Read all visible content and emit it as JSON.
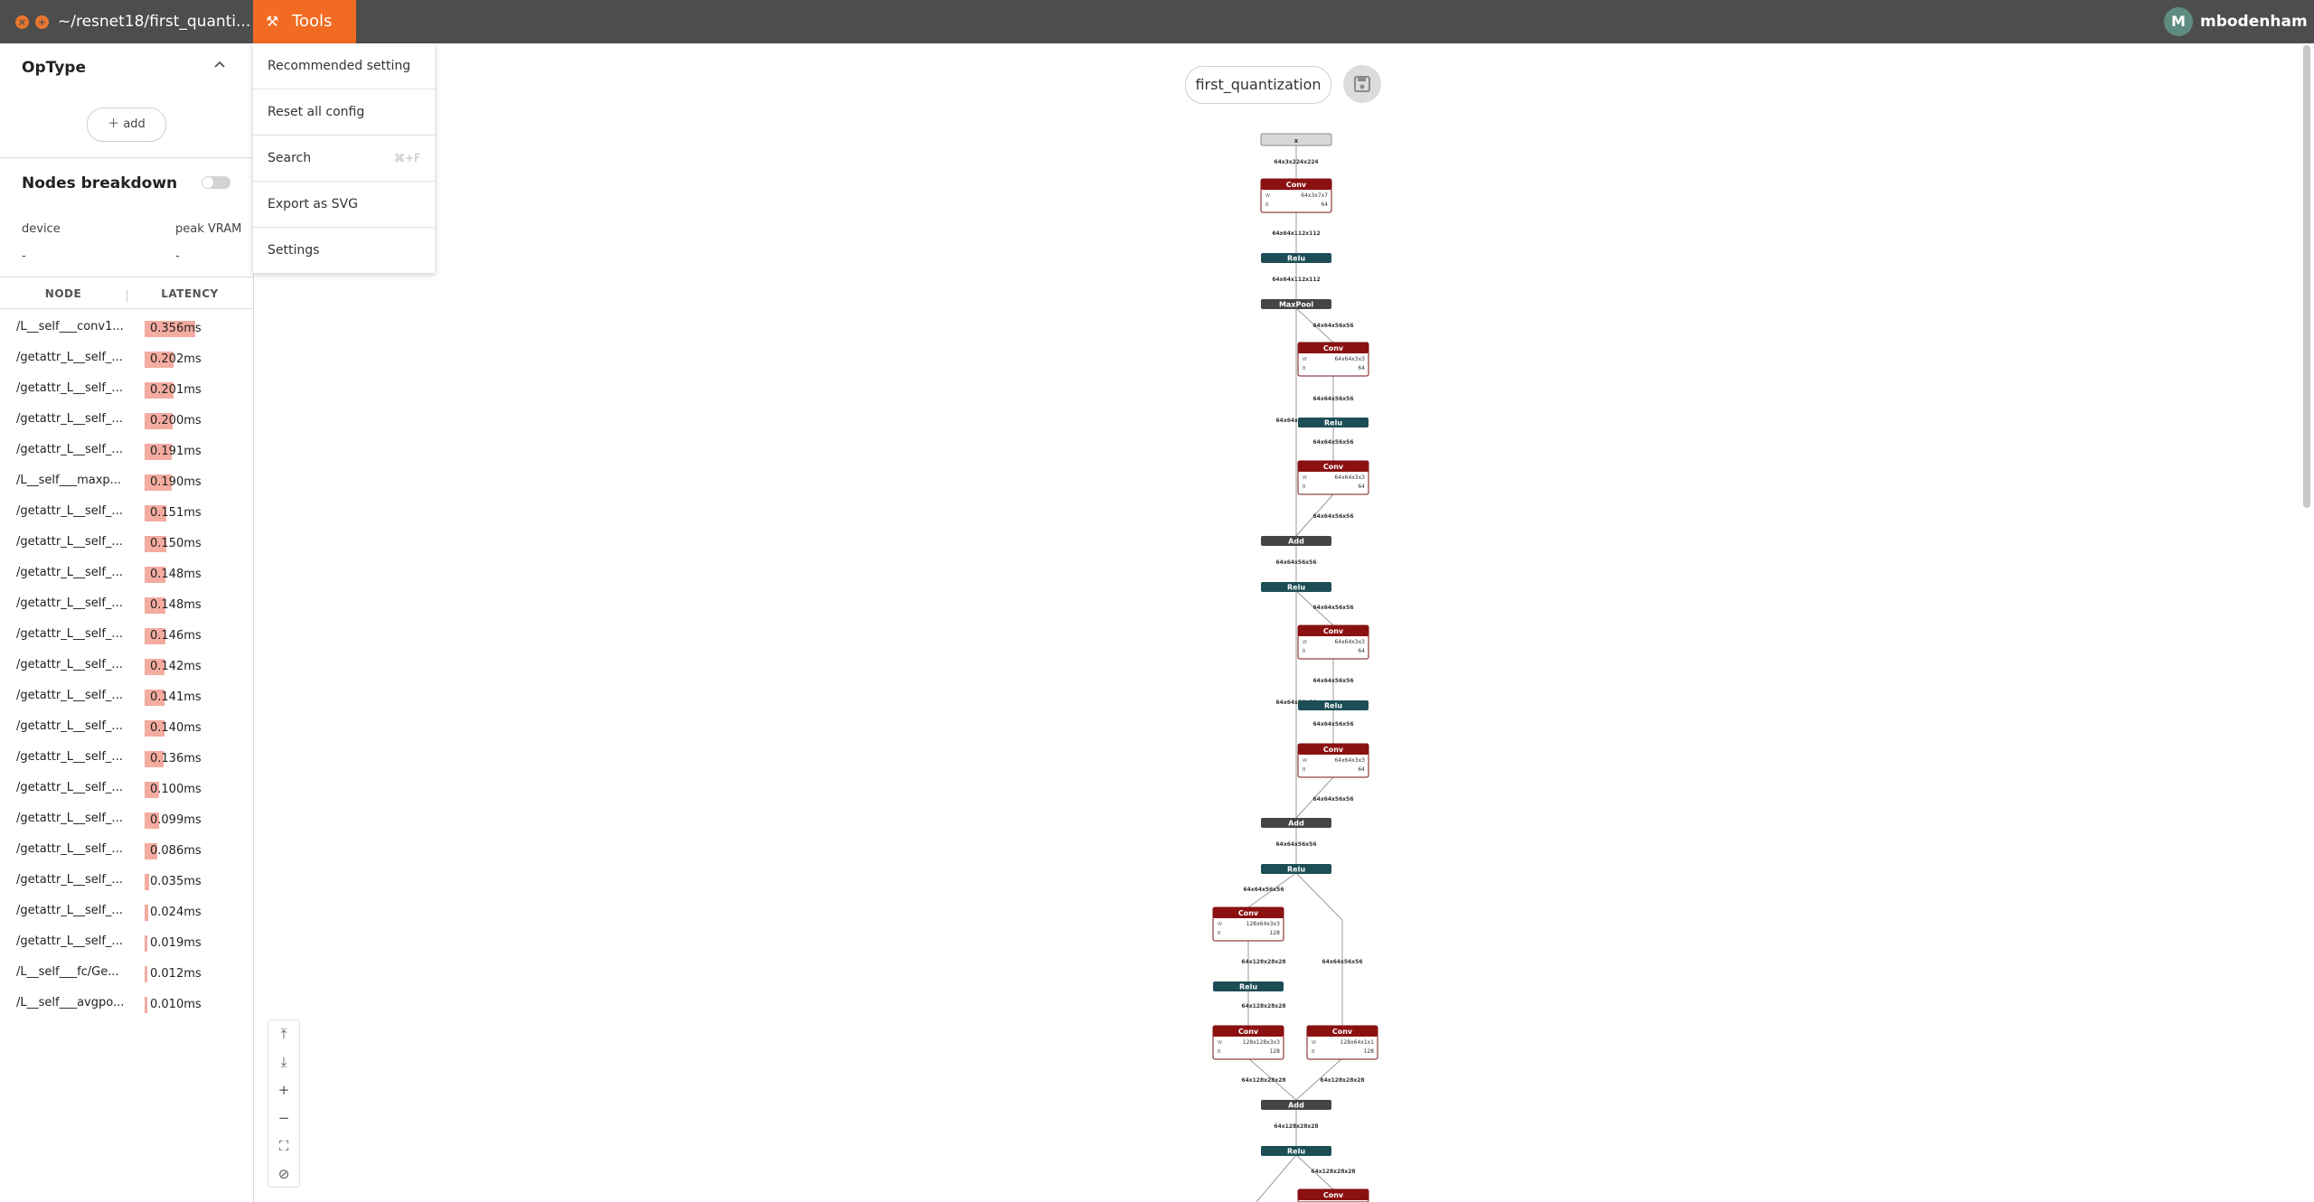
{
  "window": {
    "path_title": "~/resnet18/first_quanti...",
    "tools_label": "Tools",
    "user_initial": "M",
    "user_name": "mbodenham"
  },
  "sidebar": {
    "optype_title": "OpType",
    "add_label": "add",
    "nodes_breakdown_title": "Nodes breakdown",
    "device_label": "device",
    "device_value": "-",
    "vram_label": "peak VRAM",
    "vram_value": "-",
    "col_node": "NODE",
    "col_latency": "LATENCY",
    "rows": [
      {
        "node": "/L__self___conv1...",
        "latency": "0.356ms",
        "fraction": 1.0
      },
      {
        "node": "/getattr_L__self_...",
        "latency": "0.202ms",
        "fraction": 0.567
      },
      {
        "node": "/getattr_L__self_...",
        "latency": "0.201ms",
        "fraction": 0.565
      },
      {
        "node": "/getattr_L__self_...",
        "latency": "0.200ms",
        "fraction": 0.562
      },
      {
        "node": "/getattr_L__self_...",
        "latency": "0.191ms",
        "fraction": 0.537
      },
      {
        "node": "/L__self___maxp...",
        "latency": "0.190ms",
        "fraction": 0.534
      },
      {
        "node": "/getattr_L__self_...",
        "latency": "0.151ms",
        "fraction": 0.424
      },
      {
        "node": "/getattr_L__self_...",
        "latency": "0.150ms",
        "fraction": 0.421
      },
      {
        "node": "/getattr_L__self_...",
        "latency": "0.148ms",
        "fraction": 0.416
      },
      {
        "node": "/getattr_L__self_...",
        "latency": "0.148ms",
        "fraction": 0.416
      },
      {
        "node": "/getattr_L__self_...",
        "latency": "0.146ms",
        "fraction": 0.41
      },
      {
        "node": "/getattr_L__self_...",
        "latency": "0.142ms",
        "fraction": 0.399
      },
      {
        "node": "/getattr_L__self_...",
        "latency": "0.141ms",
        "fraction": 0.396
      },
      {
        "node": "/getattr_L__self_...",
        "latency": "0.140ms",
        "fraction": 0.393
      },
      {
        "node": "/getattr_L__self_...",
        "latency": "0.136ms",
        "fraction": 0.382
      },
      {
        "node": "/getattr_L__self_...",
        "latency": "0.100ms",
        "fraction": 0.281
      },
      {
        "node": "/getattr_L__self_...",
        "latency": "0.099ms",
        "fraction": 0.278
      },
      {
        "node": "/getattr_L__self_...",
        "latency": "0.086ms",
        "fraction": 0.242
      },
      {
        "node": "/getattr_L__self_...",
        "latency": "0.035ms",
        "fraction": 0.098
      },
      {
        "node": "/getattr_L__self_...",
        "latency": "0.024ms",
        "fraction": 0.067
      },
      {
        "node": "/getattr_L__self_...",
        "latency": "0.019ms",
        "fraction": 0.053
      },
      {
        "node": "/L__self___fc/Ge...",
        "latency": "0.012ms",
        "fraction": 0.034
      },
      {
        "node": "/L__self___avgpo...",
        "latency": "0.010ms",
        "fraction": 0.028
      }
    ]
  },
  "tools_menu": {
    "items": [
      {
        "label": "Recommended setting",
        "shortcut": ""
      },
      {
        "label": "Reset all config",
        "shortcut": ""
      },
      {
        "label": "Search",
        "shortcut": "⌘+F"
      },
      {
        "label": "Export as SVG",
        "shortcut": ""
      },
      {
        "label": "Settings",
        "shortcut": ""
      }
    ]
  },
  "canvas": {
    "model_name": "first_quantization"
  },
  "graph": {
    "input_label": "x",
    "nodes": [
      {
        "op": "Conv",
        "kind": "conv",
        "details": [
          "64x3x7x7",
          "64"
        ]
      },
      {
        "op": "Relu",
        "kind": "relu"
      },
      {
        "op": "MaxPool",
        "kind": "pool"
      },
      {
        "op": "Conv",
        "kind": "conv",
        "details": [
          "64x64x3x3",
          "64"
        ]
      },
      {
        "op": "Relu",
        "kind": "relu"
      },
      {
        "op": "Conv",
        "kind": "conv",
        "details": [
          "64x64x3x3",
          "64"
        ]
      },
      {
        "op": "Add",
        "kind": "add"
      },
      {
        "op": "Relu",
        "kind": "relu"
      },
      {
        "op": "Conv",
        "kind": "conv",
        "details": [
          "64x64x3x3",
          "64"
        ]
      },
      {
        "op": "Relu",
        "kind": "relu"
      },
      {
        "op": "Conv",
        "kind": "conv",
        "details": [
          "64x64x3x3",
          "64"
        ]
      },
      {
        "op": "Add",
        "kind": "add"
      },
      {
        "op": "Relu",
        "kind": "relu"
      },
      {
        "op": "Conv",
        "kind": "conv",
        "details": [
          "128x64x3x3",
          "128"
        ]
      },
      {
        "op": "Relu",
        "kind": "relu"
      },
      {
        "op": "Conv",
        "kind": "conv",
        "details": [
          "128x128x3x3",
          "128"
        ]
      },
      {
        "op": "Conv",
        "kind": "conv",
        "details": [
          "128x64x1x1",
          "128"
        ]
      },
      {
        "op": "Add",
        "kind": "add"
      },
      {
        "op": "Relu",
        "kind": "relu"
      },
      {
        "op": "Conv",
        "kind": "conv",
        "details": []
      }
    ],
    "edge_labels": [
      "64x3x224x224",
      "64x64x112x112",
      "64x64x112x112",
      "64x64x56x56",
      "64x64x56x56",
      "64x64x56x56",
      "64x64x56x56",
      "64x64x56x56",
      "64x64x56x56",
      "64x64x56x56",
      "64x64x56x56",
      "64x64x56x56",
      "64x64x56x56",
      "64x64x56x56",
      "64x64x56x56",
      "64x64x56x56",
      "64x128x28x28",
      "64x128x28x28",
      "64x64x56x56",
      "64x128x28x28",
      "64x128x28x28",
      "64x128x28x28",
      "64x128x28x28"
    ]
  },
  "colors": {
    "topbar": "#4d4d4d",
    "accent": "#f26b22",
    "conv": "#8b1111",
    "relu": "#1d4e55",
    "add": "#454545",
    "latency_bar": "#f4aba0"
  },
  "icons": [
    "close-icon",
    "maximize-icon",
    "tools-icon",
    "chevron-up-icon",
    "plus-icon",
    "save-icon",
    "fit-top-icon",
    "fit-bottom-icon",
    "zoom-in-icon",
    "zoom-out-icon",
    "fullscreen-icon",
    "hide-icon"
  ]
}
